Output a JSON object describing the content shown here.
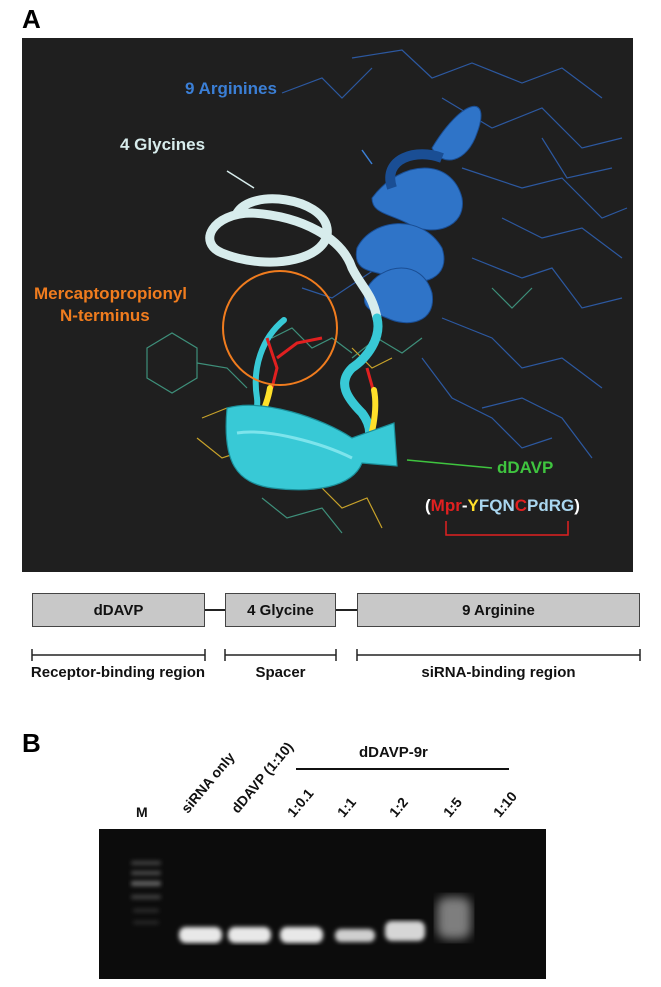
{
  "panel_a": {
    "letter": "A",
    "labels": {
      "arginines": "9 Arginines",
      "glycines": "4 Glycines",
      "mercapto_line1": "Mercaptopropionyl",
      "mercapto_line2": "N-terminus",
      "ddavp": "dDAVP"
    },
    "sequence": {
      "open": "(",
      "mpr": "Mpr",
      "dash": "-",
      "y": "Y",
      "fqn": "FQN",
      "c": "C",
      "rest": "PdRG",
      "close": ")"
    },
    "colors": {
      "background": "#1f1f1f",
      "arginine_blue": "#3b7fd6",
      "glycine_white": "#d7ecec",
      "mercapto_orange": "#f07c1e",
      "ddavp_green": "#3fc43f",
      "mpr_red": "#e02020",
      "tyr_yellow": "#ffe02a",
      "rest_lightblue": "#a9d6ef",
      "cyan_helix": "#38c9d6"
    },
    "schematic": {
      "boxes": [
        "dDAVP",
        "4 Glycine",
        "9 Arginine"
      ],
      "regions": [
        "Receptor-binding region",
        "Spacer",
        "siRNA-binding region"
      ]
    }
  },
  "panel_b": {
    "letter": "B",
    "marker_label": "M",
    "group_label": "dDAVP-9r",
    "lanes": [
      "siRNA only",
      "dDAVP (1:10)",
      "1:0.1",
      "1:1",
      "1:2",
      "1:5",
      "1:10"
    ]
  }
}
